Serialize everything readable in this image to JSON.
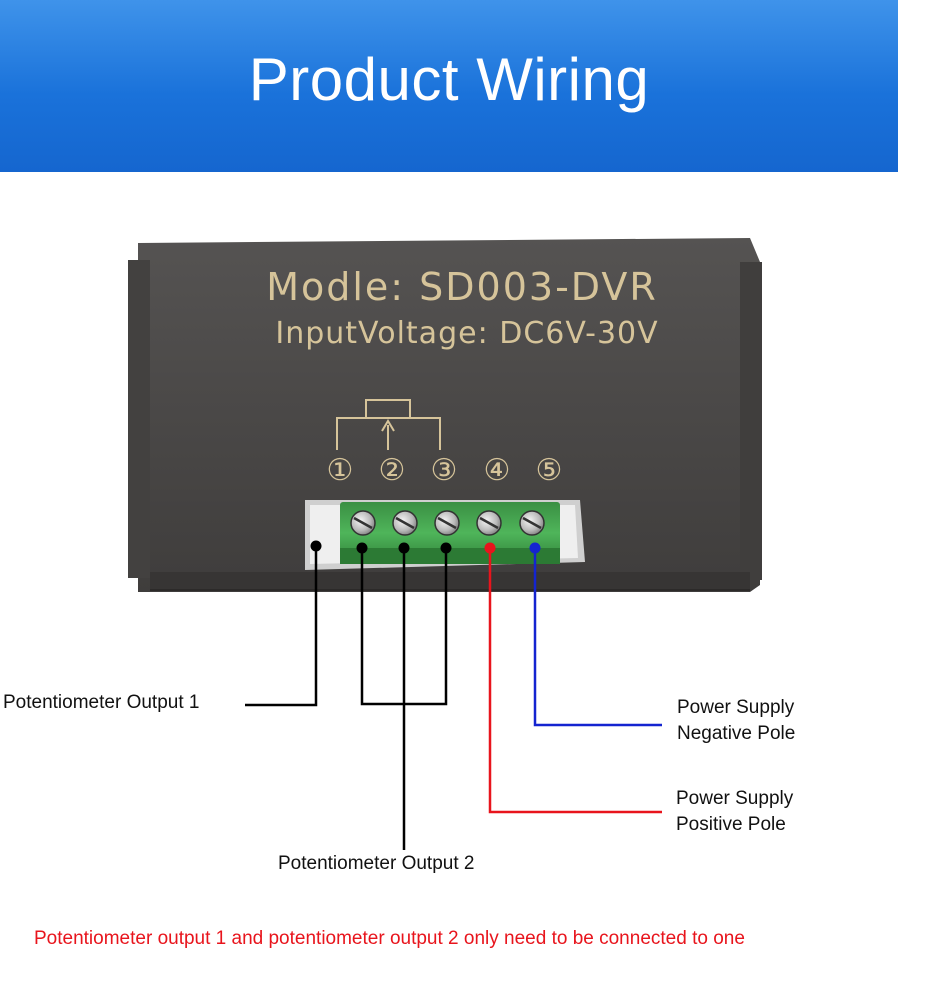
{
  "banner": {
    "title": "Product Wiring"
  },
  "device": {
    "model_line": "Modle: SD003-DVR",
    "voltage_line": "InputVoltage: DC6V-30V",
    "terminal_numbers": [
      "①",
      "②",
      "③",
      "④",
      "⑤"
    ]
  },
  "labels": {
    "pot_output_1": "Potentiometer Output 1",
    "pot_output_2": "Potentiometer Output 2",
    "negative_line1": "Power Supply",
    "negative_line2": "Negative Pole",
    "positive_line1": "Power Supply",
    "positive_line2": "Positive Pole"
  },
  "note": "Potentiometer output 1 and potentiometer output 2 only need to be connected to one",
  "colors": {
    "banner": "#1a72da",
    "device_body": "#4b4948",
    "terminal_block": "#3fa04a",
    "wire_black": "#000000",
    "wire_positive": "#e8141c",
    "wire_negative": "#1424d0",
    "note_text": "#e8141c"
  }
}
